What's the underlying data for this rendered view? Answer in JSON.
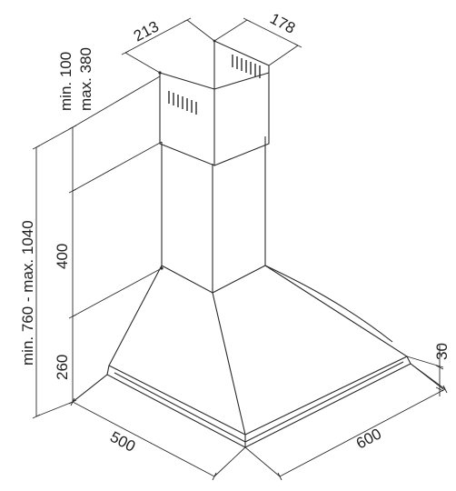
{
  "dimensions": {
    "duct_width": "213",
    "duct_depth": "178",
    "duct_top_min": "min. 100",
    "duct_top_max": "max. 380",
    "overall_height": "min. 760 - max. 1040",
    "chimney_height": "400",
    "canopy_height": "260",
    "canopy_depth": "500",
    "canopy_width": "600",
    "rim_height": "30"
  }
}
